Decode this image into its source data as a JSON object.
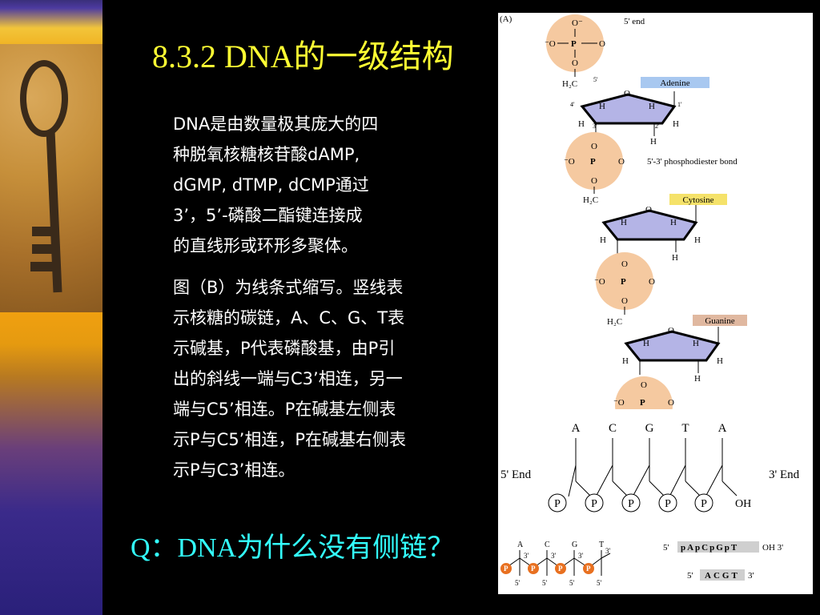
{
  "title": "8.3.2 DNA的一级结构",
  "paragraph1": [
    "DNA是由数量极其庞大的四",
    "种脱氧核糖核苷酸dAMP,",
    "dGMP, dTMP, dCMP通过",
    "3’，5’-磷酸二酯键连接成",
    "的直线形或环形多聚体。"
  ],
  "paragraph2": [
    "图（B）为线条式缩写。竖线表",
    "示核糖的碳链，A、C、G、T表",
    "示碱基，P代表磷酸基，由P引",
    "出的斜线一端与C3’相连，另一",
    "端与C5’相连。P在碱基左侧表",
    "示P与C5’相连，P在碱基右侧表",
    "示P与C3’相连。"
  ],
  "question": "Q：DNA为什么没有侧链？",
  "figure_a": {
    "panel_label": "(A)",
    "five_end": "5' end",
    "bond_label": "5'-3' phosphodiester bond",
    "bases": [
      "Adenine",
      "Cytosine",
      "Guanine"
    ],
    "atom_O": "O",
    "atom_P": "P",
    "atom_H": "H",
    "o_minus": "O⁻",
    "minus_o": "⁻O",
    "ch2": "H₂C",
    "n5": "5'",
    "n4": "4'",
    "n3": "3'",
    "n2": "2'",
    "n1": "1'"
  },
  "figure_b": {
    "bases": [
      "A",
      "C",
      "G",
      "T",
      "A"
    ],
    "five_end": "5' End",
    "three_end": "3' End",
    "p_label": "P",
    "oh": "OH",
    "small_bases": [
      "A",
      "C",
      "G",
      "T"
    ],
    "mark3": "3'",
    "mark5": "5'",
    "seq1_prefix": "5'",
    "seq1": "pApCpGpT",
    "seq1_suffix": "OH 3'",
    "seq2_prefix": "5'",
    "seq2": "ACGT",
    "seq2_suffix": "3'"
  },
  "colors": {
    "title": "#ffff33",
    "question": "#33ffff",
    "phosphate_circle": "#f5c9a0",
    "sugar_ring": "#b4b4e6",
    "adenine_box": "#a8c8f0",
    "cytosine_box": "#f5e26a",
    "guanine_box": "#e0b8a0",
    "p_orange": "#e87020"
  }
}
